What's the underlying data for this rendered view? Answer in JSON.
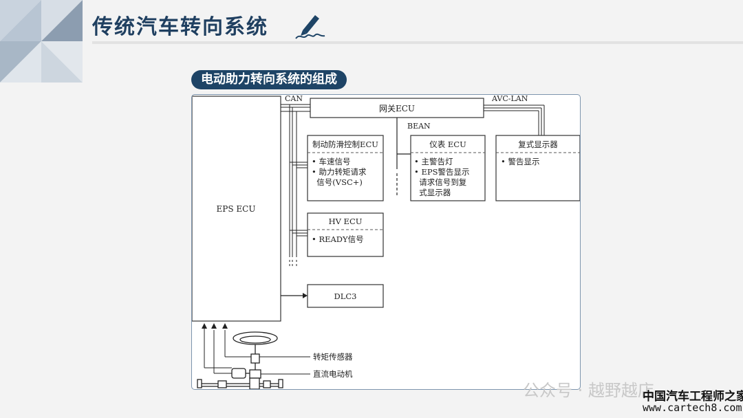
{
  "header": {
    "title": "传统汽车转向系统",
    "section_label": "电动助力转向系统的组成"
  },
  "diagram": {
    "eps_ecu": "EPS ECU",
    "gateway_ecu": "网关ECU",
    "bus_can": "CAN",
    "bus_avc_lan": "AVC-LAN",
    "bus_bean": "BEAN",
    "brake_ecu": {
      "title": "制动防滑控制ECU",
      "lines": [
        "• 车速信号",
        "• 助力转矩请求",
        "  信号(VSC+)"
      ]
    },
    "meter_ecu": {
      "title": "仪表 ECU",
      "lines": [
        "• 主警告灯",
        "• EPS警告显示",
        "  请求信号到复",
        "  式显示器"
      ]
    },
    "multi_display": {
      "title": "复式显示器",
      "lines": [
        "• 警告显示"
      ]
    },
    "hv_ecu": {
      "title": "HV ECU",
      "lines": [
        "• READY信号"
      ]
    },
    "dlc3": "DLC3",
    "torque_sensor": "转矩传感器",
    "dc_motor": "直流电动机"
  },
  "watermark": {
    "channel": "公众号 · 越野越店",
    "site_name": "中国汽车工程师之家",
    "site_url": "www.cartech8.com"
  },
  "colors": {
    "navy": "#1e4466",
    "title_text": "#1f3f60",
    "panel_border": "#7c94ad"
  }
}
